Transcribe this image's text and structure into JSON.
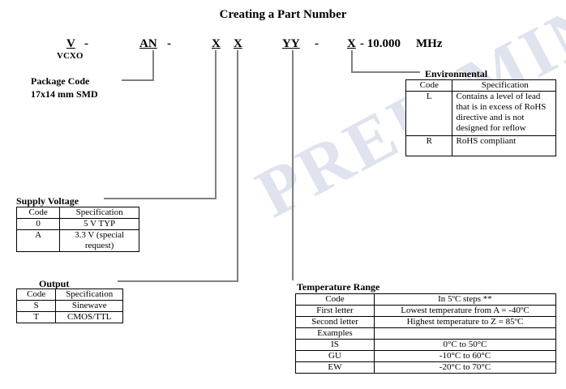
{
  "document": {
    "title": "Creating a Part Number",
    "watermark": "PRELIMINARY"
  },
  "part_number": {
    "segments": [
      {
        "code": "V",
        "underlined": true
      },
      {
        "code": "-",
        "underlined": false
      },
      {
        "code": "AN",
        "underlined": true
      },
      {
        "code": "-",
        "underlined": false
      },
      {
        "code": "X",
        "underlined": true
      },
      {
        "code": "X",
        "underlined": true
      },
      {
        "code": "YY",
        "underlined": true
      },
      {
        "code": "-",
        "underlined": false
      },
      {
        "code": "X",
        "underlined": true
      },
      {
        "code": "- 10.000",
        "underlined": false
      },
      {
        "code": "MHz",
        "underlined": false
      }
    ],
    "device_label": "VCXO",
    "package_label_line1": "Package Code",
    "package_label_line2": "17x14 mm SMD"
  },
  "sections": {
    "supply_voltage": {
      "label": "Supply Voltage",
      "headers": [
        "Code",
        "Specification"
      ],
      "rows": [
        [
          "0",
          "5 V TYP"
        ],
        [
          "A",
          "3.3 V (special request)"
        ]
      ]
    },
    "output": {
      "label": "Output",
      "headers": [
        "Code",
        "Specification"
      ],
      "rows": [
        [
          "S",
          "Sinewave"
        ],
        [
          "T",
          "CMOS/TTL"
        ]
      ]
    },
    "environmental": {
      "label": "Environmental",
      "headers": [
        "Code",
        "Specification"
      ],
      "rows": [
        [
          "L",
          "Contains a level of lead that is in excess of RoHS directive and is not designed for reflow"
        ],
        [
          "R",
          "RoHS compliant"
        ]
      ]
    },
    "temperature_range": {
      "label": "Temperature Range",
      "headers": [
        "Code",
        "In 5ºC steps **"
      ],
      "rows": [
        [
          "First letter",
          "Lowest temperature from A = -40ºC"
        ],
        [
          "Second letter",
          "Highest temperature to Z = 85ºC"
        ],
        [
          "Examples",
          ""
        ],
        [
          "IS",
          "0°C to 50°C"
        ],
        [
          "GU",
          "-10°C to 60°C"
        ],
        [
          "EW",
          "-20°C to 70°C"
        ]
      ]
    }
  }
}
